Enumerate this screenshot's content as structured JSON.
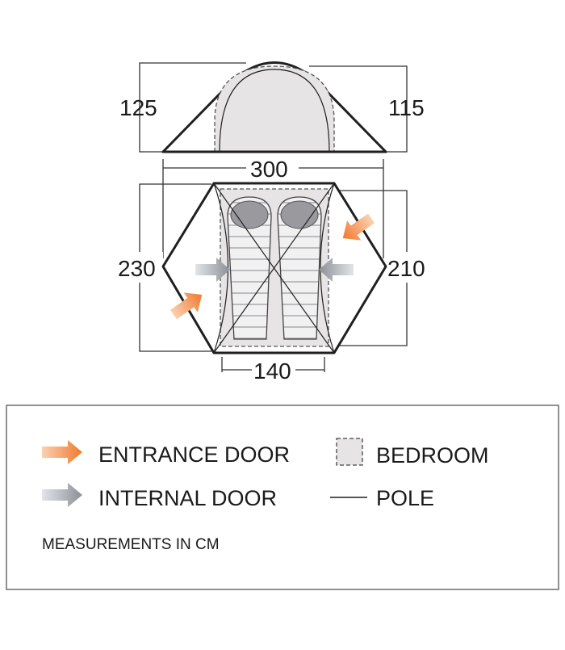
{
  "dimensions": {
    "side_height_left": "125",
    "side_height_right": "115",
    "total_length": "300",
    "total_width_left": "230",
    "inner_width_right": "210",
    "bedroom_length": "140"
  },
  "legend": {
    "entrance_door": "ENTRANCE DOOR",
    "internal_door": "INTERNAL DOOR",
    "bedroom": "BEDROOM",
    "pole": "POLE",
    "note": "MEASUREMENTS IN CM"
  },
  "colors": {
    "entrance_arrow": "#f07a2e",
    "internal_arrow": "#8c9096",
    "bedroom_fill": "#e7e4e6",
    "outline": "#1f1f1f"
  }
}
